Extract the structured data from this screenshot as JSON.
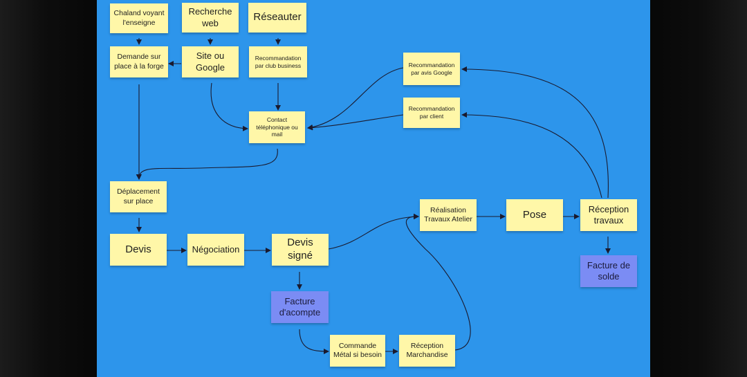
{
  "diagram": {
    "notes": {
      "chaland": "Chaland voyant l'enseigne",
      "recherche_web": "Recherche web",
      "reseauter": "Réseauter",
      "demande_place": "Demande sur place à la forge",
      "site_google": "Site ou Google",
      "reco_club": "Recommandation par club business",
      "reco_avis": "Recommandation par avis Google",
      "contact": "Contact téléphonique ou mail",
      "reco_client": "Recommandation par client",
      "deplacement": "Déplacement sur place",
      "realisation": "Réalisation Travaux Atelier",
      "pose": "Pose",
      "reception_travaux": "Réception travaux",
      "devis": "Devis",
      "negociation": "Négociation",
      "devis_signe": "Devis signé",
      "facture_solde": "Facture de solde",
      "facture_acompte": "Facture d'acompte",
      "commande_metal": "Commande Métal si besoin",
      "reception_marchandise": "Réception Marchandise"
    },
    "colors": {
      "board": "#2d95eb",
      "sticky_yellow": "#fff7a8",
      "sticky_purple": "#7b8cf4",
      "connector": "#1a1a2e"
    }
  }
}
